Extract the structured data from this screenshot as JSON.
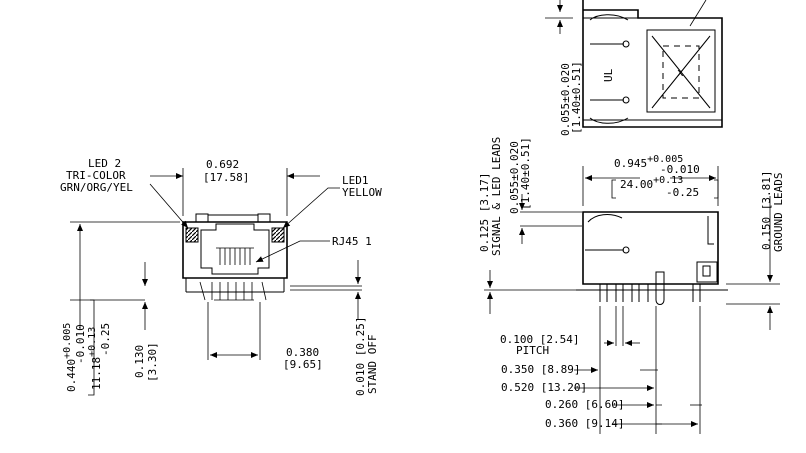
{
  "front_view": {
    "led2_line1": "LED 2",
    "led2_line2": "TRI-COLOR",
    "led2_line3": "GRN/ORG/YEL",
    "width_in": "0.692",
    "width_mm": "[17.58]",
    "led1_line1": "LED1",
    "led1_line2": "YELLOW",
    "rj45": "RJ45 1",
    "height_nominal": "0.440",
    "height_plus": "+0.005",
    "height_minus": "-0.010",
    "height_mm_nominal": "11.18",
    "height_mm_plus": "+0.13",
    "height_mm_minus": "-0.25",
    "lead_height_in": "0.130",
    "lead_height_mm": "[3.30]",
    "lead_span_in": "0.380",
    "lead_span_mm": "[9.65]",
    "standoff_in": "0.010 [0.25]",
    "standoff_label": "STAND OFF"
  },
  "top_view": {
    "hole_in": "0.055±0.020",
    "hole_mm": "[1.40±0.51]",
    "logo_text": "UL"
  },
  "side_view": {
    "signal_in": "0.125 [3.17]",
    "signal_label": "SIGNAL & LED LEADS",
    "hole_in": "0.055±0.020",
    "hole_mm": "[1.40±0.51]",
    "depth_nominal": "0.945",
    "depth_plus": "+0.005",
    "depth_minus": "-0.010",
    "depth_mm_nominal": "24.00",
    "depth_mm_plus": "+0.13",
    "depth_mm_minus": "-0.25",
    "ground_in": "0.150 [3.81]",
    "ground_label": "GROUND LEADS",
    "pitch_in": "0.100 [2.54]",
    "pitch_label": "PITCH",
    "dim_350": "0.350 [8.89]",
    "dim_520": "0.520 [13.20]",
    "dim_260": "0.260 [6.60]",
    "dim_360": "0.360 [9.14]"
  }
}
